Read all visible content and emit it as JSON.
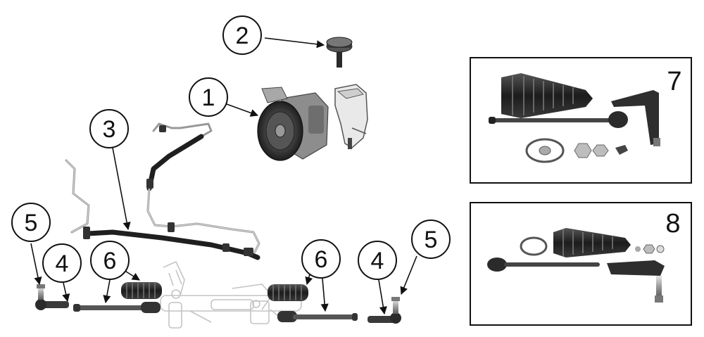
{
  "callouts": {
    "c1": "1",
    "c2": "2",
    "c3": "3",
    "c4_left": "4",
    "c4_right": "4",
    "c5_left": "5",
    "c5_right": "5",
    "c6_left": "6",
    "c6_right": "6"
  },
  "boxes": {
    "box7_label": "7",
    "box8_label": "8"
  },
  "colors": {
    "line": "#111111",
    "part_dark": "#2b2b2b",
    "part_mid": "#6b6b6b",
    "part_light": "#bdbdbd",
    "rack_ghost": "#c8c8c8"
  }
}
